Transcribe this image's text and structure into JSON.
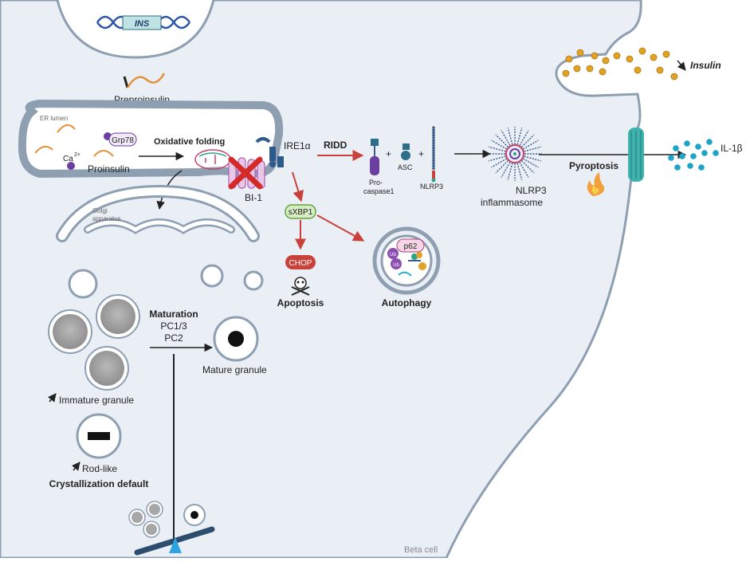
{
  "gene_label": "INS",
  "preproinsulin": "Preproinsulin",
  "er_lumen": "ER lumen",
  "grp78": "Grp78",
  "ca": "Ca",
  "ca_sup": "2+",
  "proinsulin": "Proinsulin",
  "oxidative_folding": "Oxidative folding",
  "golgi_1": "Golgi",
  "golgi_2": "apparatus",
  "bi1": "BI-1",
  "ire1a": "IRE1α",
  "ridd": "RIDD",
  "plus": "+",
  "procaspase_1": "Pro-",
  "procaspase_2": "caspase1",
  "asc": "ASC",
  "nlrp3": "NLRP3",
  "inflammasome_1": "NLRP3",
  "inflammasome_2": "inflammasome",
  "pyroptosis": "Pyroptosis",
  "il1b": "IL-1β",
  "insulin": "Insulin",
  "sxbp1": "sXBP1",
  "chop": "CHOP",
  "apoptosis": "Apoptosis",
  "autophagy": "Autophagy",
  "p62": "p62",
  "ub": "Ub",
  "maturation": "Maturation",
  "pc13": "PC1/3",
  "pc2": "PC2",
  "mature_granule": "Mature granule",
  "immature_granule": "Immature granule",
  "rod_like": "Rod-like",
  "crystallization": "Crystallization default",
  "beta_cell": "Beta cell",
  "colors": {
    "cell_fill": "#eaeef5",
    "membrane": "#8e9fb2",
    "red_arrow": "#c9413b",
    "insulin_dot": "#e0a227",
    "il1b_dot": "#1ea3c9",
    "bi1": "#b45ab4",
    "sxbp1_fill": "#d6ecc3",
    "sxbp1_stroke": "#67a23a",
    "chop_fill": "#c9413b",
    "nlrp3_chain": "#3f5f8a",
    "channel": "#3fb2ad"
  },
  "icons": [
    "dna-helix-icon",
    "skull-crossbones-icon",
    "flame-icon",
    "up-arrow-icon",
    "down-arrow-icon",
    "red-x-icon"
  ]
}
